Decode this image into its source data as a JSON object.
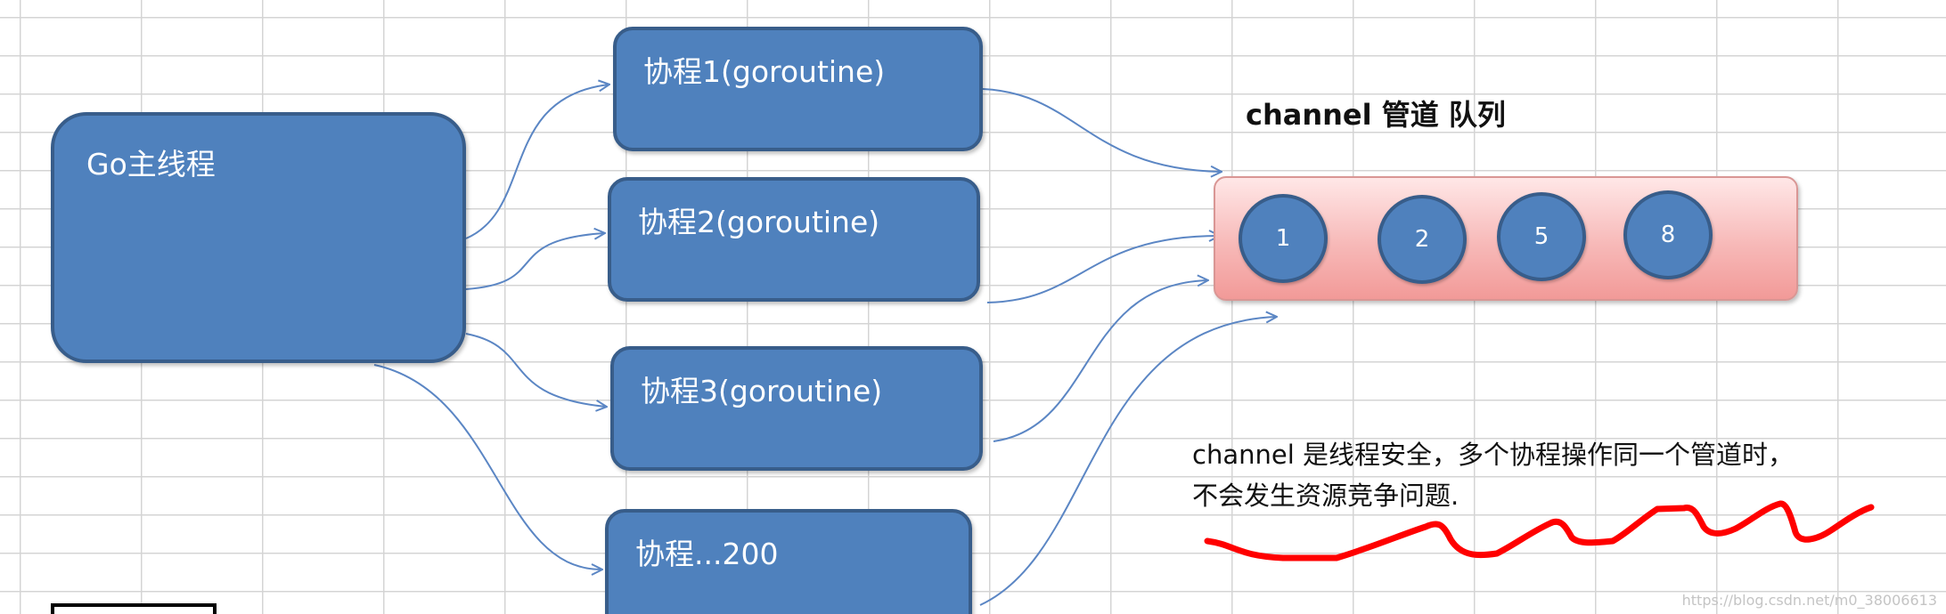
{
  "diagram": {
    "main_thread": {
      "label": "Go主线程"
    },
    "goroutines": [
      {
        "label": "协程1(goroutine)"
      },
      {
        "label": "协程2(goroutine)"
      },
      {
        "label": "协程3(goroutine)"
      },
      {
        "label": "协程...200"
      }
    ],
    "channel": {
      "title": "channel 管道 队列",
      "items": [
        "1",
        "2",
        "5",
        "8"
      ]
    },
    "note": {
      "line1": "channel 是线程安全，多个协程操作同一个管道时，",
      "line2": "不会发生资源竞争问题."
    },
    "watermark": "https://blog.csdn.net/m0_38006613",
    "colors": {
      "box_fill": "#4f81bd",
      "box_border": "#385d8a",
      "queue_fill": "#f7b9b8",
      "arrow": "#5b86c4",
      "underline": "#ff0000"
    }
  }
}
